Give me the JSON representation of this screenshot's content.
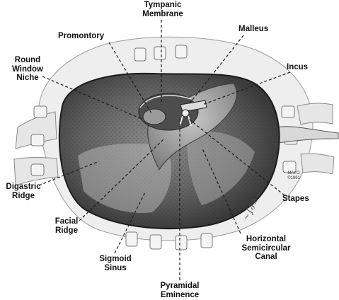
{
  "labels": {
    "tympanic_membrane": [
      "Tympanic",
      "Membrane"
    ],
    "promontory": "Promontory",
    "malleus": "Malleus",
    "round_window_niche": [
      "Round",
      "Window",
      "Niche"
    ],
    "incus": "Incus",
    "digastric_ridge": [
      "Digastric",
      "Ridge"
    ],
    "stapes": "Stapes",
    "facial_ridge": [
      "Facial",
      "Ridge"
    ],
    "horizontal_semicircular_canal": [
      "Horizontal",
      "Semicircular",
      "Canal"
    ],
    "sigmoid_sinus": [
      "Sigmoid",
      "Sinus"
    ],
    "pyramidal_eminence": [
      "Pyramidal",
      "Eminence"
    ]
  },
  "watermark": [
    "MAYO",
    "©1991"
  ]
}
